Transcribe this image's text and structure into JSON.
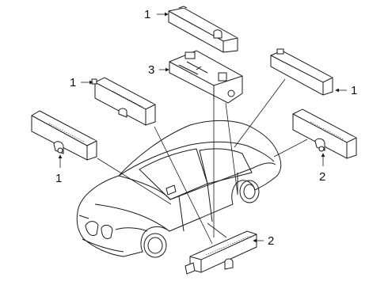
{
  "callouts": [
    {
      "id": "c1a",
      "label": "1"
    },
    {
      "id": "c1b",
      "label": "1"
    },
    {
      "id": "c1c",
      "label": "1"
    },
    {
      "id": "c1d",
      "label": "1"
    },
    {
      "id": "c2a",
      "label": "2"
    },
    {
      "id": "c2b",
      "label": "2"
    },
    {
      "id": "c3",
      "label": "3"
    }
  ]
}
